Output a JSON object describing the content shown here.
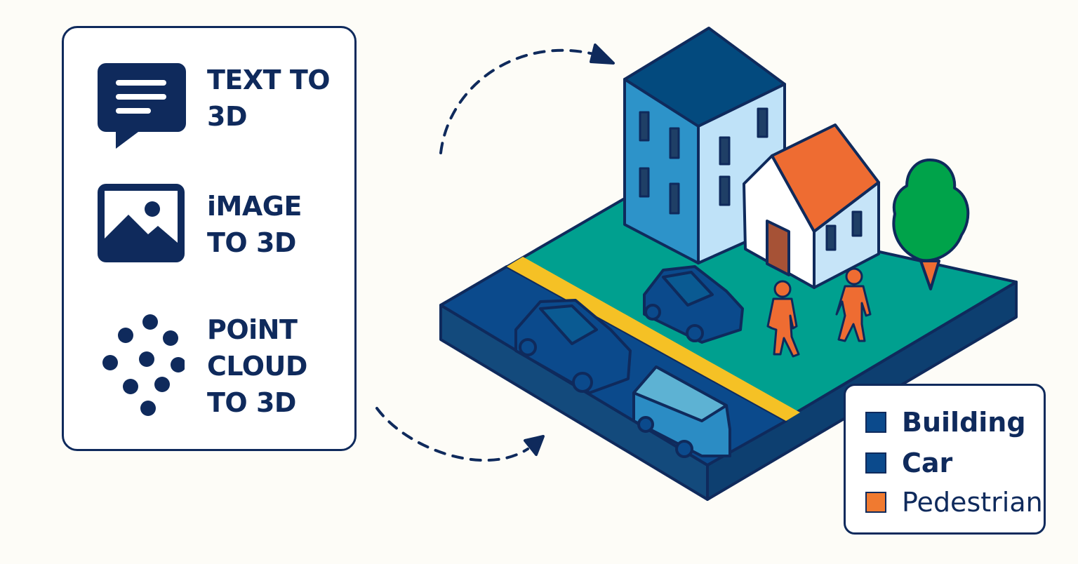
{
  "inputs": [
    {
      "icon": "chat-bubble-icon",
      "lines": [
        "TEXT TO",
        "3D"
      ]
    },
    {
      "icon": "image-icon",
      "lines": [
        "iMAGE",
        "TO 3D"
      ]
    },
    {
      "icon": "point-cloud-icon",
      "lines": [
        "POiNT",
        "CLOUD",
        "TO 3D"
      ]
    }
  ],
  "legend": [
    {
      "label": "Building",
      "color": "#0b4a8c"
    },
    {
      "label": "Car",
      "color": "#0b4a8c"
    },
    {
      "label": "Pedestrian",
      "color": "#f07a30"
    }
  ],
  "colors": {
    "ink": "#0f2a5c",
    "grass": "#00a08f",
    "road": "#0b4a8c",
    "stripe": "#f5c125",
    "roof": "#ee6c32",
    "tree": "#00a34a"
  }
}
